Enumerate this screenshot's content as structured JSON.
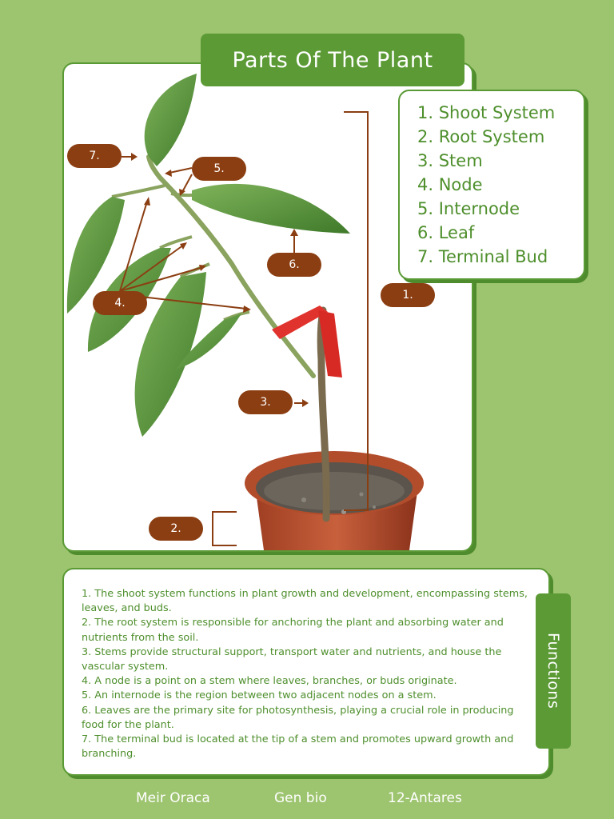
{
  "title": "Parts Of The Plant",
  "legend": [
    "1. Shoot System",
    "2. Root System",
    "3. Stem",
    "4. Node",
    "5. Internode",
    "6. Leaf",
    "7. Terminal Bud"
  ],
  "labels": {
    "shoot": "1.",
    "root": "2.",
    "stem": "3.",
    "node": "4.",
    "internode": "5.",
    "leaf": "6.",
    "terminal_bud": "7."
  },
  "functions_tab": "Functions",
  "functions": [
    "1. The shoot system functions in plant growth and development, encompassing stems, leaves, and buds.",
    "2. The root system is responsible for anchoring the plant and absorbing water and nutrients from the soil.",
    "3. Stems provide structural support, transport water and nutrients, and house the vascular system.",
    "4. A node is a point on a stem where leaves, branches, or buds originate.",
    "5. An internode is the region between two adjacent nodes on a stem.",
    "6. Leaves are the primary site for photosynthesis, playing a crucial role in producing food for the plant.",
    "7. The terminal bud is located at the tip of a stem and promotes upward growth and branching."
  ],
  "footer": {
    "name": "Meir Oraca",
    "subject": "Gen bio",
    "section": "12-Antares"
  },
  "colors": {
    "background": "#9dc46f",
    "accent_green": "#5b9a34",
    "label_brown": "#8b3e12",
    "text_green": "#4e8f2c"
  }
}
